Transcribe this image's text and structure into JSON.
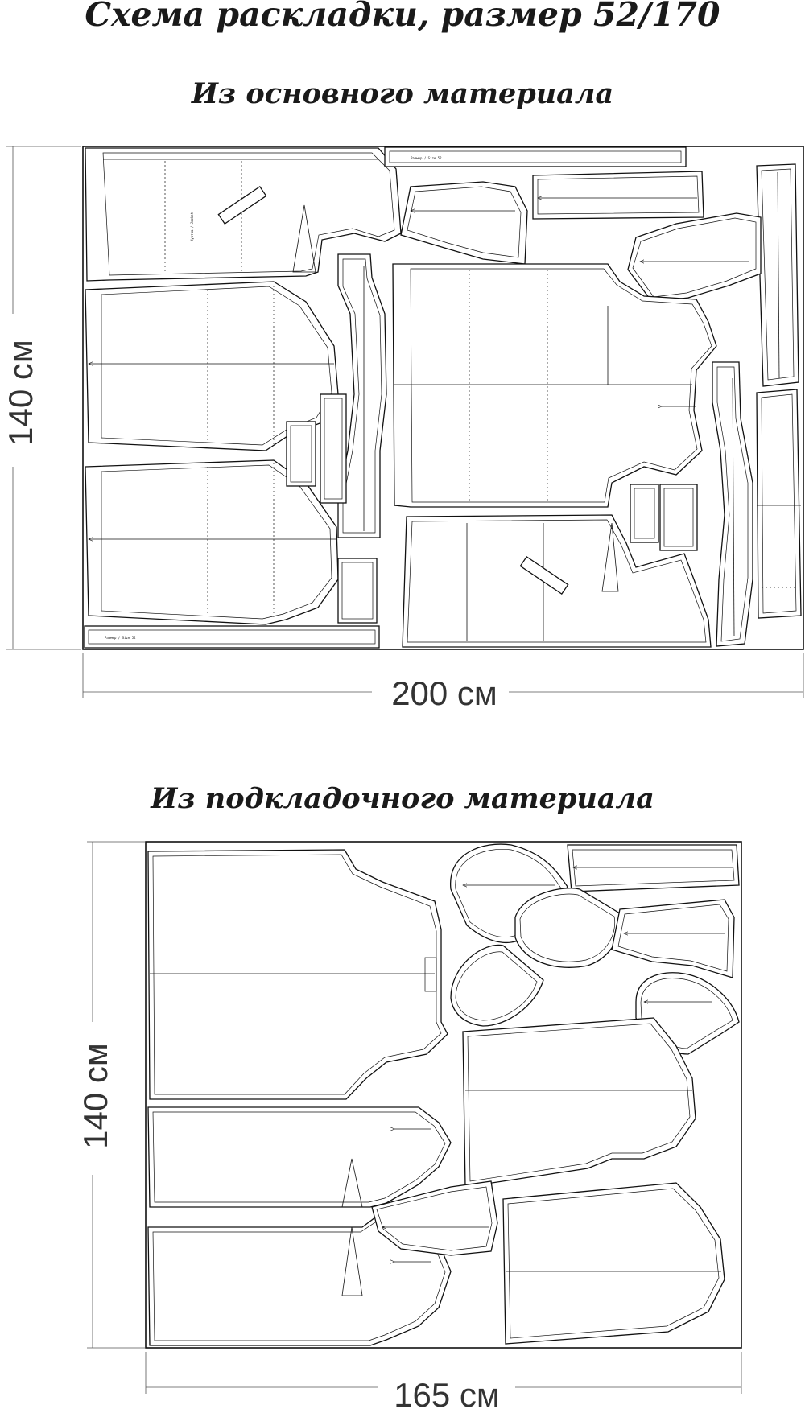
{
  "title": "Схема раскладки, размер 52/170",
  "sections": [
    {
      "subtitle": "Из основного материала",
      "width_label": "200 см",
      "height_label": "140 см"
    },
    {
      "subtitle": "Из подкладочного материала",
      "width_label": "165 см",
      "height_label": "140 см"
    }
  ]
}
